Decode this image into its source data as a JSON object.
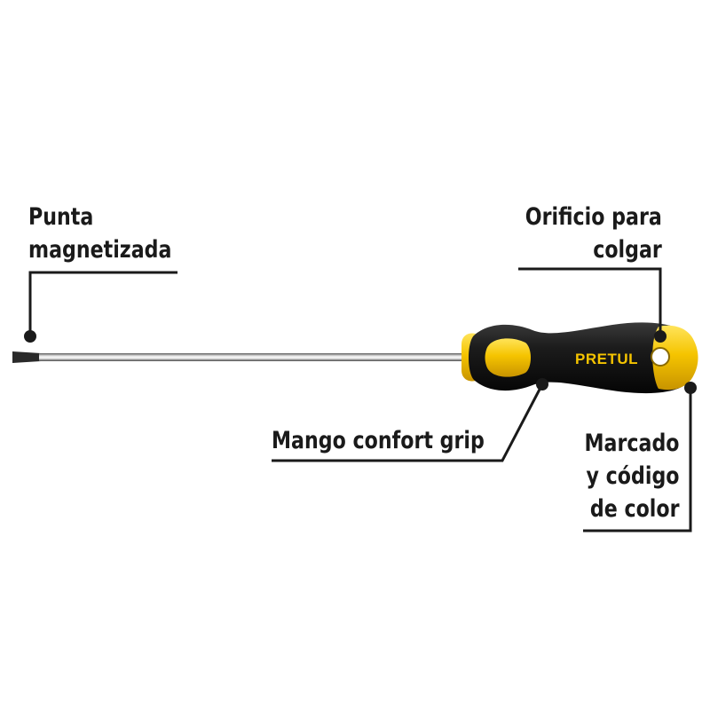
{
  "labels": {
    "tip": [
      "Punta",
      "magnetizada"
    ],
    "hang_hole": [
      "Orificio para",
      "colgar"
    ],
    "grip": "Mango confort grip",
    "marking": [
      "Marcado",
      "y código",
      "de color"
    ]
  },
  "brand": "PRETUL",
  "colors": {
    "ink": "#1a1a1a",
    "handle_yellow": "#f5c400",
    "handle_black": "#161616",
    "shaft": "#b9b9b9",
    "brand_text": "#f5c400"
  }
}
